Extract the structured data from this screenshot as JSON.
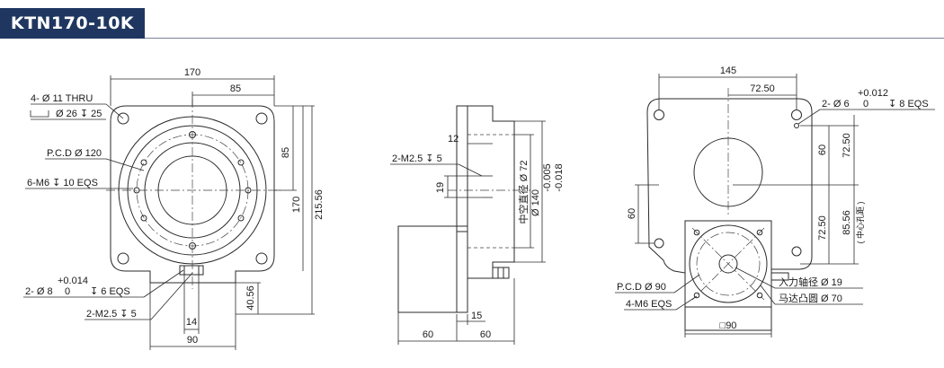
{
  "header": {
    "title": "KTN170-10K"
  },
  "front_view": {
    "dim_width_170": "170",
    "dim_half_85": "85",
    "dim_vert_85": "85",
    "dim_vert_170": "170",
    "dim_vert_215": "215.56",
    "dim_vert_40": "40.56",
    "dim_14": "14",
    "dim_90": "90",
    "note_thru": "4- Ø 11 THRU",
    "note_cbore": "Ø 26 ↧ 25",
    "note_pcd": "P.C.D Ø 120",
    "note_m6": "6-M6 ↧ 10 EQS",
    "note_tol_upper": "+0.014",
    "note_tol_lower": "0",
    "note_pin": "2- Ø 8",
    "note_pin_depth": "↧ 6 EQS",
    "note_m25": "2-M2.5 ↧ 5"
  },
  "side_view": {
    "dim_12": "12",
    "note_m25": "2-M2.5 ↧ 5",
    "dim_19": "19",
    "hollow_label": "中空直径 Ø 72",
    "dim_140": "Ø 140",
    "tol_upper": "-0.005",
    "tol_lower": "-0.018",
    "dim_15": "15",
    "dim_60_left": "60",
    "dim_60_right": "60"
  },
  "rear_view": {
    "dim_145": "145",
    "dim_72_top": "72.50",
    "note_hole": "2- Ø 6",
    "note_tol_upper": "+0.012",
    "note_tol_lower": "0",
    "note_depth": "↧ 8 EQS",
    "dim_60_inner": "60",
    "dim_72_a": "72.50",
    "dim_60_left": "60",
    "dim_72_b": "72.50",
    "dim_85": "85.56",
    "center_hole_label": "( 中心孔距 )",
    "note_pcd": "P.C.D Ø 90",
    "note_m6": "4-M6 EQS",
    "input_shaft": "入力轴径 Ø 19",
    "motor_boss": "马达凸圆 Ø 70",
    "dim_square": "□90"
  }
}
